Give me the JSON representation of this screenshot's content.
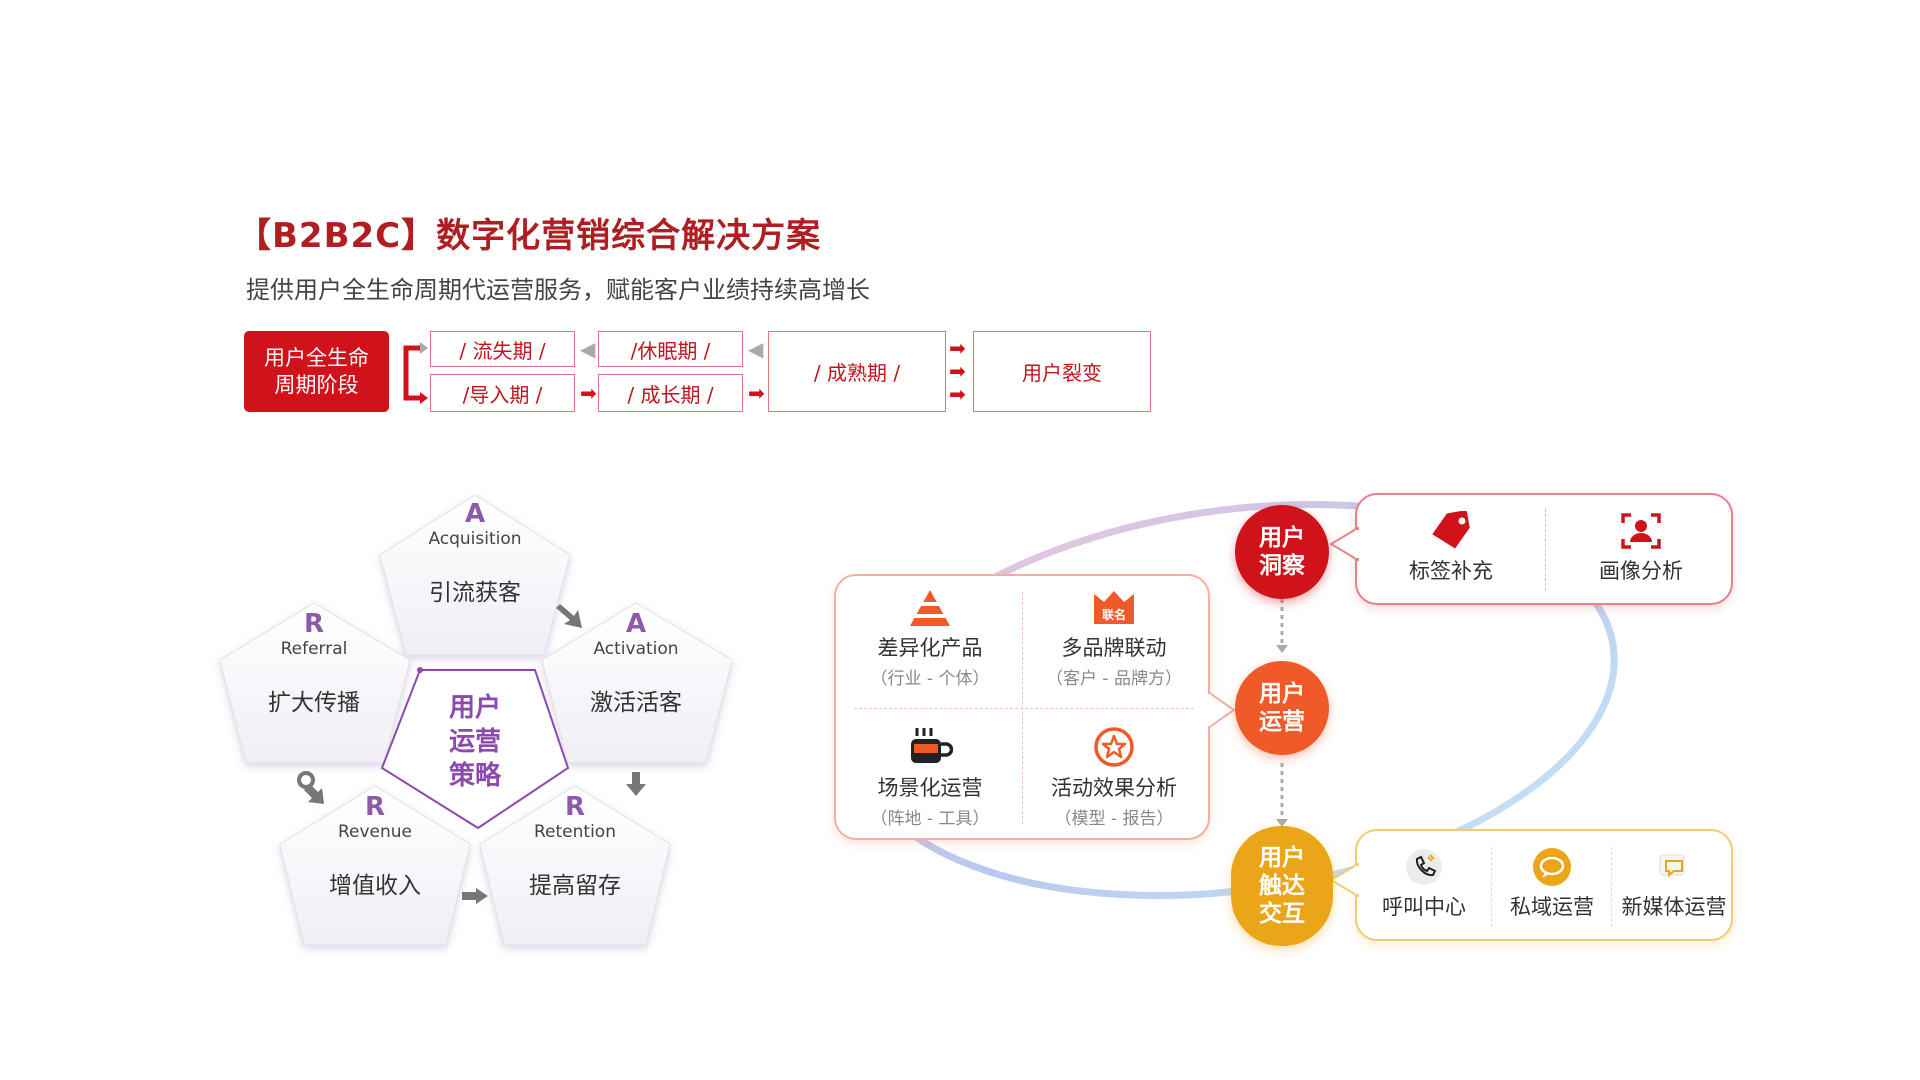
{
  "header": {
    "title": "【B2B2C】数字化营销综合解决方案",
    "subtitle": "提供用户全生命周期代运营服务，赋能客户业绩持续高增长"
  },
  "lifecycle": {
    "main_line1": "用户全生命",
    "main_line2": "周期阶段",
    "churn": "/ 流失期 /",
    "dormant": "/休眠期 /",
    "intro": "/导入期 /",
    "growth": "/ 成长期 /",
    "mature": "/ 成熟期 /",
    "fission": "用户裂变"
  },
  "aarrr": {
    "center": [
      "用户",
      "运营",
      "策略"
    ],
    "acquisition": {
      "letter": "A",
      "en": "Acquisition",
      "cn": "引流获客"
    },
    "activation": {
      "letter": "A",
      "en": "Activation",
      "cn": "激活活客"
    },
    "retention": {
      "letter": "R",
      "en": "Retention",
      "cn": "提高留存"
    },
    "revenue": {
      "letter": "R",
      "en": "Revenue",
      "cn": "增值收入"
    },
    "referral": {
      "letter": "R",
      "en": "Referral",
      "cn": "扩大传播"
    }
  },
  "operations": {
    "insight": {
      "line1": "用户",
      "line2": "洞察",
      "color": "#d0121b"
    },
    "ops": {
      "line1": "用户",
      "line2": "运营",
      "color": "#f05a28"
    },
    "touch": {
      "line1": "用户",
      "line2": "触达",
      "line3": "交互",
      "color": "#eaa618"
    },
    "insight_items": [
      {
        "label": "标签补充",
        "icon": "tag-icon"
      },
      {
        "label": "画像分析",
        "icon": "portrait-icon"
      }
    ],
    "ops_cells": [
      {
        "title": "差异化产品",
        "sub": "（行业 - 个体）",
        "icon": "pyramid-icon"
      },
      {
        "title": "多品牌联动",
        "sub": "（客户 - 品牌方）",
        "icon": "crown-badge-icon",
        "badge": "联名"
      },
      {
        "title": "场景化运营",
        "sub": "（阵地 - 工具）",
        "icon": "coffee-cup-icon"
      },
      {
        "title": "活动效果分析",
        "sub": "（模型 - 报告）",
        "icon": "star-badge-icon"
      }
    ],
    "touch_items": [
      {
        "label": "呼叫中心",
        "icon": "phone-icon"
      },
      {
        "label": "私域运营",
        "icon": "chat-icon"
      },
      {
        "label": "新媒体运营",
        "icon": "message-icon"
      }
    ]
  }
}
